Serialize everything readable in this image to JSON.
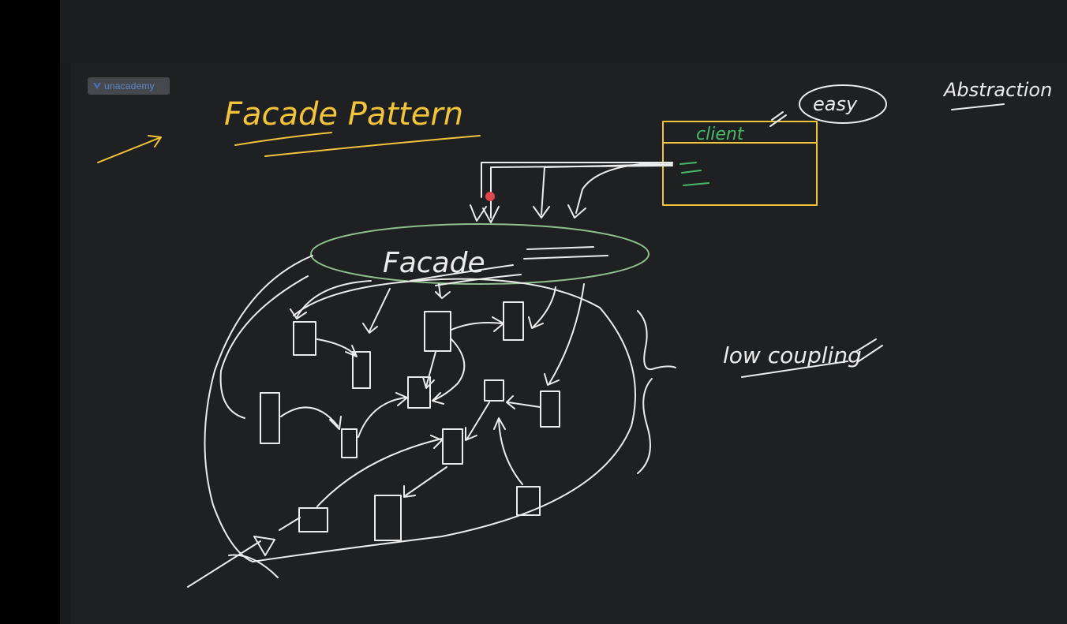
{
  "app": {
    "brand_watermark": "unacademy"
  },
  "colors": {
    "background": "#1f2022",
    "topbar": "#1c1d1f",
    "ink_white": "#ececec",
    "ink_yellow": "#f2c43b",
    "ink_green": "#49b86a",
    "ink_sage": "#8fbf8f",
    "pointer": "#e0474c"
  },
  "board": {
    "title": "Facade Pattern",
    "client_label": "client",
    "easy_label": "easy",
    "abstraction_label": "Abstraction",
    "facade_label": "Facade",
    "low_coupling_label": "low coupling"
  }
}
